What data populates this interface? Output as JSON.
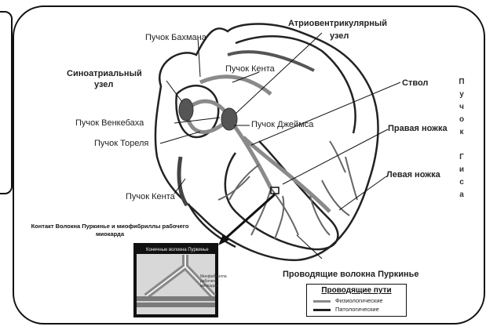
{
  "labels": {
    "bachmann": "Пучок Бахмана",
    "av_node": "Атриовентрикулярный",
    "av_node_2": "узел",
    "kent_top": "Пучок Кента",
    "sa_node": "Синоатриальный",
    "sa_node_2": "узел",
    "trunk": "Ствол",
    "wenckebach": "Пучок Венкебаха",
    "james": "Пучок Джеймса",
    "thorel": "Пучок Тореля",
    "right_branch": "Правая ножка",
    "left_branch": "Левая ножка",
    "kent_bottom": "Пучок Кента",
    "contact_title": "Контакт Волокна Пуркинье и миофибриллы рабочего",
    "contact_title_2": "миокарда",
    "purkinje_fibers": "Проводящие волокна Пуркинье",
    "bundle_of_his": [
      "П",
      "у",
      "ч",
      "о",
      "к",
      "",
      "Г",
      "и",
      "с",
      "а"
    ]
  },
  "inset": {
    "top_label": "Конечные волокна Пуркинье",
    "side_label_1": "Миофибрилла",
    "side_label_2": "рабочего",
    "side_label_3": "миокарда"
  },
  "legend": {
    "title": "Проводящие пути",
    "items": [
      {
        "label": "Физиологические",
        "color": "#8a8a8a"
      },
      {
        "label": "Патологические",
        "color": "#222222"
      }
    ]
  }
}
